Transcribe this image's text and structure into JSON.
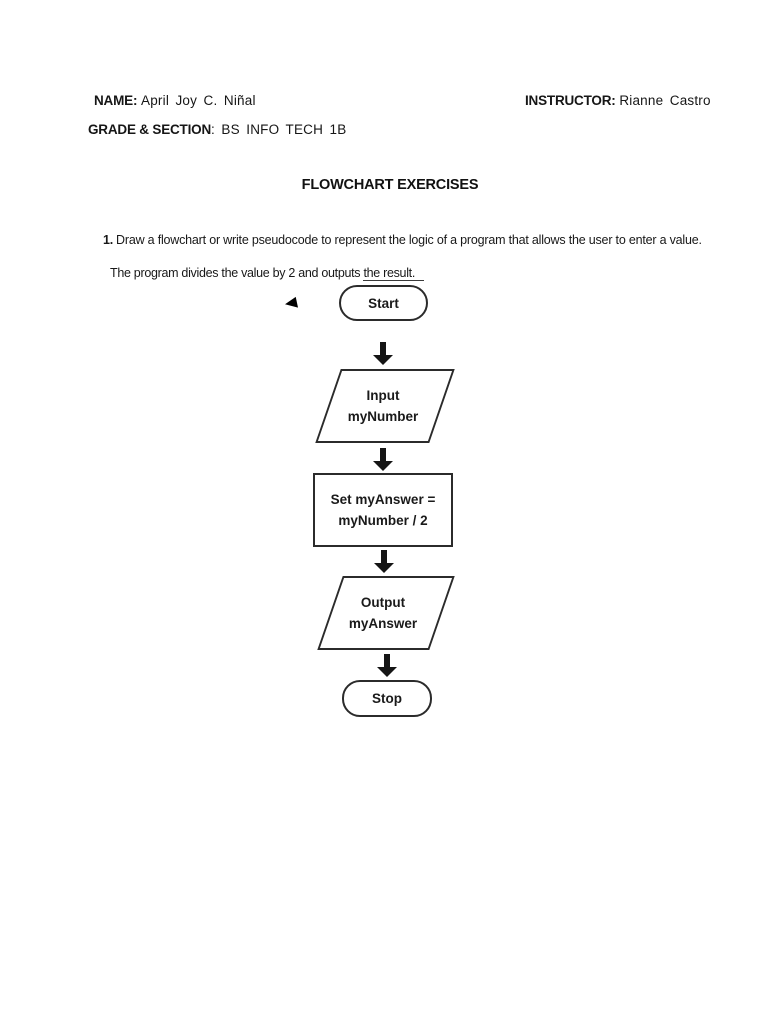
{
  "header": {
    "name_label": "NAME:",
    "name_value": "April Joy C. Niñal",
    "instructor_label": "INSTRUCTOR:",
    "instructor_value": "Rianne Castro",
    "grade_label": "GRADE & SECTION",
    "grade_value": ": BS INFO TECH 1B"
  },
  "title": "FLOWCHART EXERCISES",
  "exercise": {
    "number": "1.",
    "prompt": "Draw a flowchart or write pseudocode to represent the logic of a program that allows the user to enter a value.",
    "detail_prefix": "The program divides the value by 2 and outputs ",
    "detail_underlined": "the result."
  },
  "flowchart": {
    "nodes": [
      {
        "type": "terminator",
        "label": "Start"
      },
      {
        "type": "io",
        "line1": "Input",
        "line2": "myNumber"
      },
      {
        "type": "process",
        "line1": "Set myAnswer =",
        "line2": "myNumber / 2"
      },
      {
        "type": "io",
        "line1": "Output",
        "line2": "myAnswer"
      },
      {
        "type": "terminator",
        "label": "Stop"
      }
    ],
    "cursor_icon": "small-left-pointing-cursor"
  },
  "colors": {
    "ink": "#1b1b1b",
    "shape_border": "#2b2b2b",
    "arrow": "#151515",
    "background": "#ffffff"
  }
}
